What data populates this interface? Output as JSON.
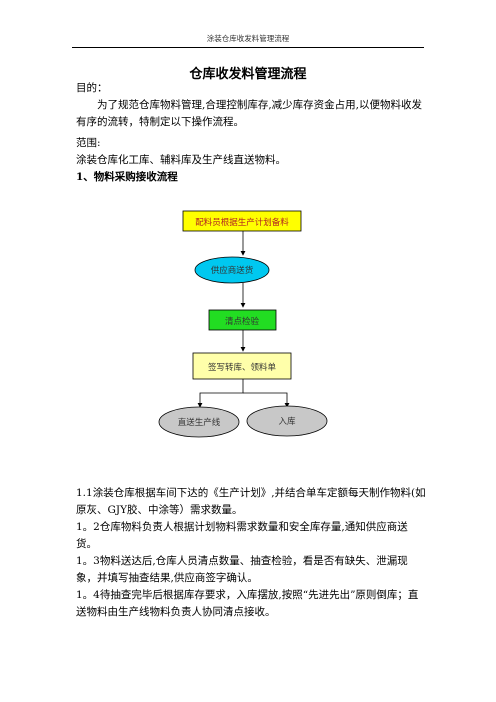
{
  "header": {
    "text": "涂装仓库收发料管理流程"
  },
  "doc": {
    "title": "仓库收发料管理流程",
    "purpose_label": "目的：",
    "purpose_text": "为了规范仓库物料管理,合理控制库存,减少库存资金占用,以便物料收发有序的流转，特制定以下操作流程。",
    "scope_label": "范围:",
    "scope_text": "涂装仓库化工库、辅料库及生产线直送物料。",
    "section1_title": "1、物料采购接收流程"
  },
  "flowchart": {
    "nodes": [
      {
        "id": "n1",
        "label": "配料员根据生产计划备料",
        "shape": "rect",
        "color": "#ffff00"
      },
      {
        "id": "n2",
        "label": "供应商送货",
        "shape": "ellipse",
        "color": "#00c8f0"
      },
      {
        "id": "n3",
        "label": "清点检验",
        "shape": "rect",
        "color": "#22dd22"
      },
      {
        "id": "n4",
        "label": "签写转库、领料单",
        "shape": "rect",
        "color": "#ffffaa"
      },
      {
        "id": "n5",
        "label": "直送生产线",
        "shape": "ellipse",
        "color": "#c8c8c8"
      },
      {
        "id": "n6",
        "label": "入库",
        "shape": "ellipse",
        "color": "#c8c8c8"
      }
    ]
  },
  "paragraphs": [
    "1.1涂装仓库根据车间下达的《生产计划》,并结合单车定额每天制作物料(如原灰、GJY胶、中涂等）需求数量。",
    "1。2仓库物料负责人根据计划物料需求数量和安全库存量,通知供应商送货。",
    "1。3物料送达后,仓库人员清点数量、抽查检验，看是否有缺失、泄漏现象，并填写抽查结果,供应商签字确认。",
    "1。4待抽查完毕后根据库存要求，入库摆放,按照“先进先出”原则倒库；直送物料由生产线物料负责人协同清点接收。"
  ]
}
